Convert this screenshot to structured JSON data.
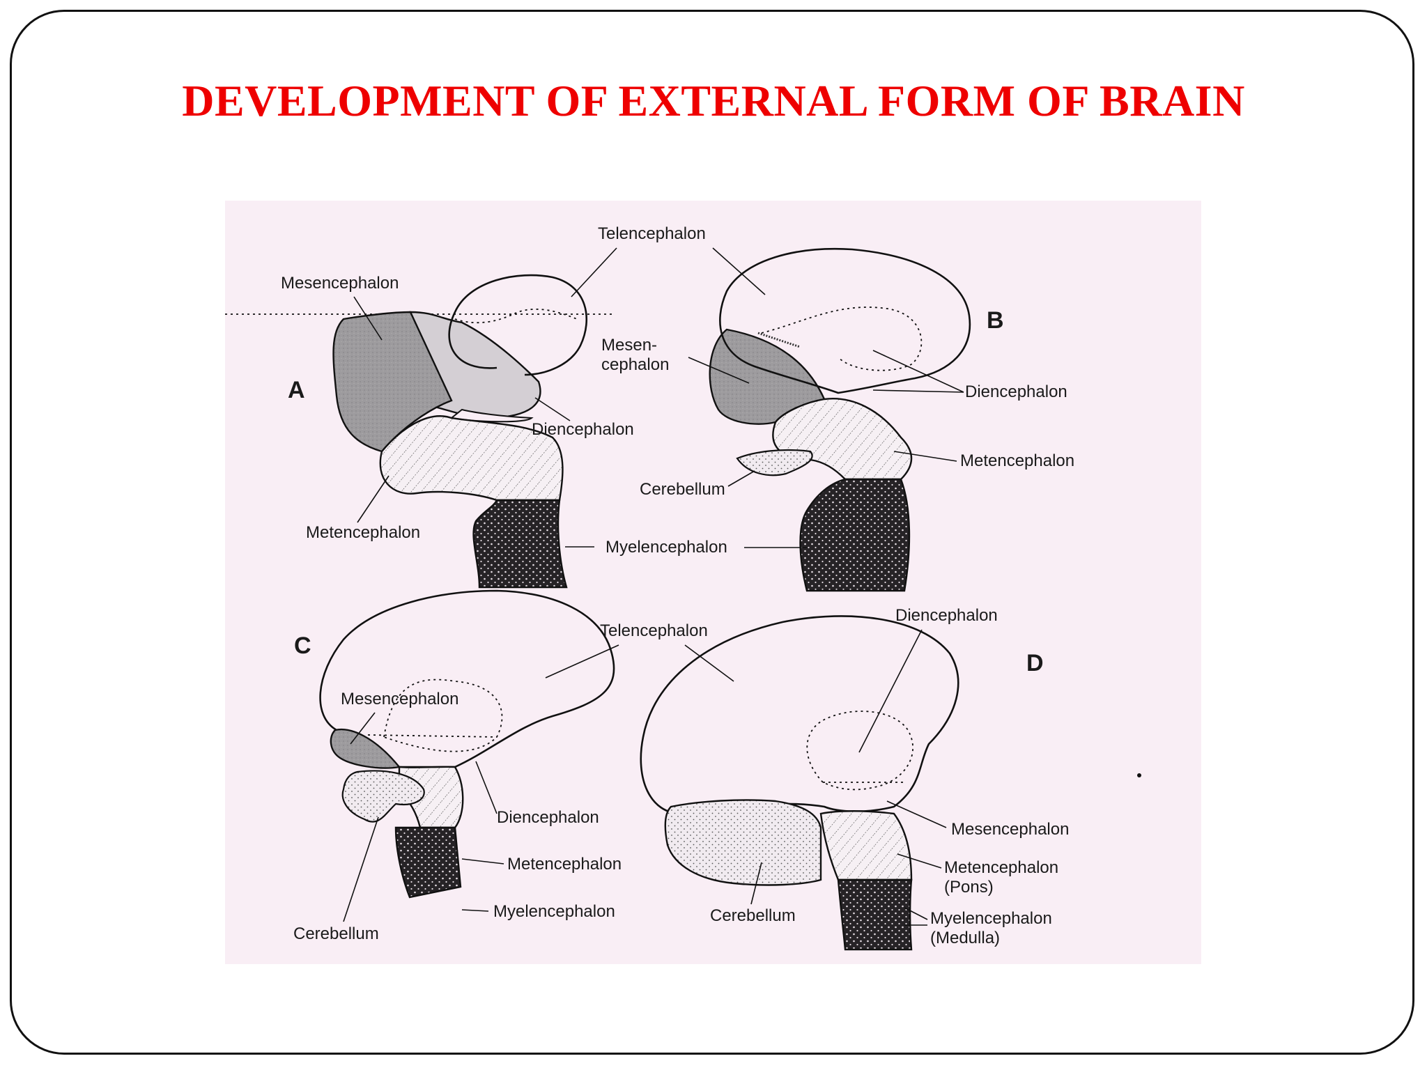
{
  "slide": {
    "title": "DEVELOPMENT OF EXTERNAL FORM OF BRAIN"
  },
  "figure": {
    "panels": {
      "A": {
        "letter": "A",
        "labels": {
          "telencephalon": "Telencephalon",
          "mesencephalon": "Mesencephalon",
          "diencephalon": "Diencephalon",
          "metencephalon": "Metencephalon",
          "myelencephalon": "Myelencephalon"
        }
      },
      "B": {
        "letter": "B",
        "labels": {
          "mesencephalon_line1": "Mesen-",
          "mesencephalon_line2": "cephalon",
          "diencephalon": "Diencephalon",
          "metencephalon": "Metencephalon",
          "cerebellum": "Cerebellum"
        }
      },
      "C": {
        "letter": "C",
        "labels": {
          "telencephalon": "Telencephalon",
          "mesencephalon": "Mesencephalon",
          "diencephalon": "Diencephalon",
          "metencephalon": "Metencephalon",
          "myelencephalon": "Myelencephalon",
          "cerebellum": "Cerebellum"
        }
      },
      "D": {
        "letter": "D",
        "labels": {
          "diencephalon": "Diencephalon",
          "mesencephalon": "Mesencephalon",
          "metencephalon_line1": "Metencephalon",
          "metencephalon_line2": "(Pons)",
          "myelencephalon_line1": "Myelencephalon",
          "myelencephalon_line2": "(Medulla)",
          "cerebellum": "Cerebellum"
        }
      }
    },
    "colors": {
      "background": "#f9eef5",
      "title": "#ee0000",
      "mesencephalon_fill": "#9d9b9e",
      "diencephalon_fill": "#d4cfd4",
      "myelencephalon_fill": "#262326"
    }
  }
}
